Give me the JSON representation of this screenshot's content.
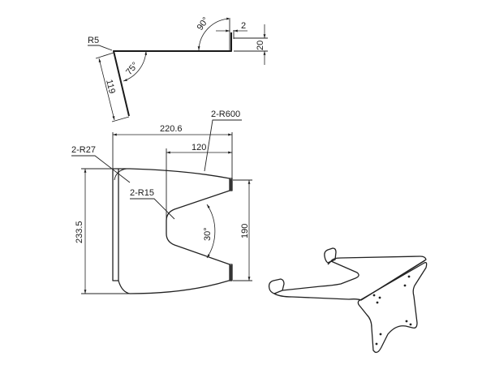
{
  "drawing": {
    "side_view": {
      "radius_label": "R5",
      "angle_top": "90°",
      "angle_bend": "75°",
      "thickness": "2",
      "lip_height": "20",
      "slant_length": "119"
    },
    "top_view": {
      "width": "220.6",
      "notch_depth": "120",
      "large_radius": "2-R600",
      "corner_radius": "2-R27",
      "notch_radius": "2-R15",
      "notch_angle": "30°",
      "height": "233.5",
      "arm_span": "190"
    },
    "iso_view": {
      "holes": 8
    }
  }
}
